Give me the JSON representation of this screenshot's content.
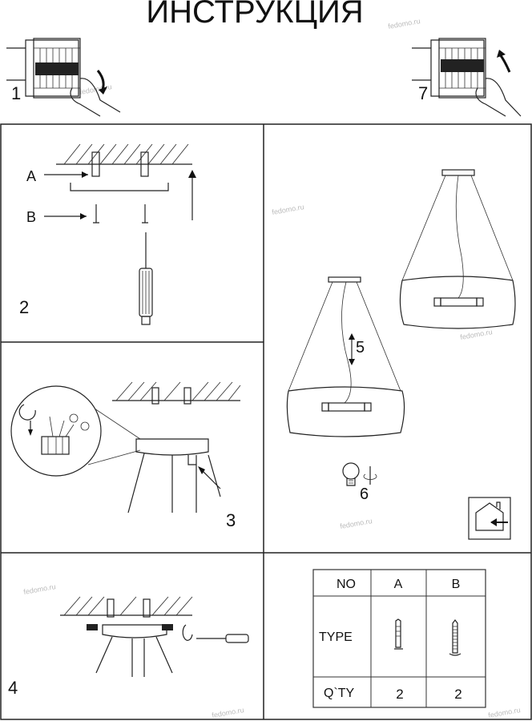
{
  "title": "ИНСТРУКЦИЯ",
  "watermark": "fedomo.ru",
  "steps": {
    "s1": "1",
    "s2": "2",
    "s3": "3",
    "s4": "4",
    "s5": "5",
    "s6": "6",
    "s7": "7"
  },
  "labels": {
    "a": "A",
    "b": "B"
  },
  "parts_table": {
    "headers": [
      "NO",
      "A",
      "B"
    ],
    "type_label": "TYPE",
    "qty_label": "Q`TY",
    "qty": [
      "2",
      "2"
    ]
  }
}
